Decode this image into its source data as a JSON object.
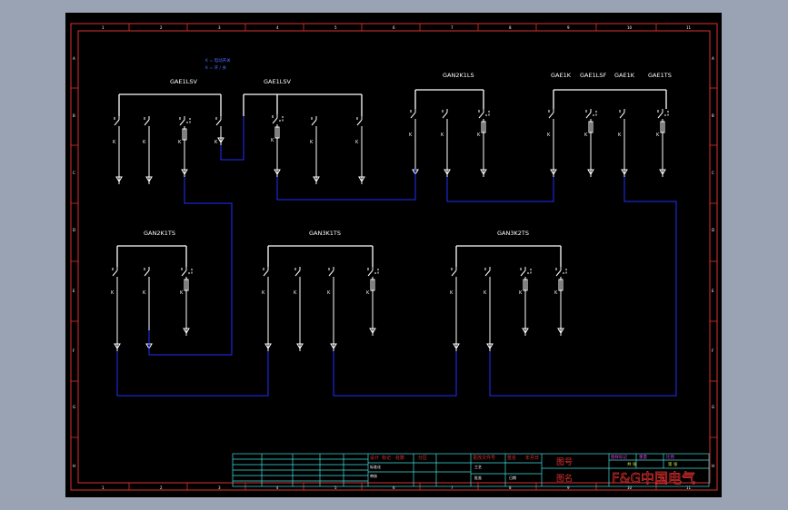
{
  "drawing": {
    "legend_lines": [
      "K = 电动开关",
      "K = 开 / 关"
    ],
    "colors": {
      "background": "#000000",
      "frame": "#e03030",
      "circuit": "#ffffff",
      "wiring": "#2030ff",
      "table": "#40e0e0"
    },
    "zone_numbers_top": [
      "1",
      "2",
      "3",
      "4",
      "5",
      "6",
      "7",
      "8",
      "9",
      "10",
      "11"
    ],
    "zone_numbers_bottom": [
      "1",
      "2",
      "3",
      "4",
      "5",
      "6",
      "7",
      "8",
      "9",
      "10",
      "11"
    ],
    "zone_letters_left": [
      "A",
      "B",
      "C",
      "D",
      "E",
      "F",
      "G",
      "H"
    ],
    "zone_letters_right": [
      "A",
      "B",
      "C",
      "D",
      "E",
      "F",
      "G",
      "H"
    ],
    "circuits": [
      {
        "name": "GAE1LSV",
        "switch_tag": "K"
      },
      {
        "name": "GAE1LSV",
        "switch_tag": "K"
      },
      {
        "name": "GAN2K1LS",
        "switch_tag": "K"
      },
      {
        "name": "GAE1K",
        "switch_tag": "K"
      },
      {
        "name": "GAE1LSF",
        "switch_tag": "K"
      },
      {
        "name": "GAE1K",
        "switch_tag": "K"
      },
      {
        "name": "GAE1TS",
        "switch_tag": "K"
      },
      {
        "name": "GAN2K1TS",
        "switch_tag": "K"
      },
      {
        "name": "GAN3K1TS",
        "switch_tag": "K"
      },
      {
        "name": "GAN3K2TS",
        "switch_tag": "K"
      }
    ],
    "title_block": {
      "drawing_no_label": "图号",
      "drawing_name_label": "图名",
      "brand_text": "F&G中国电气",
      "labels_red": [
        "设计",
        "标记",
        "处数",
        "分区",
        "更改文件号",
        "签名",
        "年月日"
      ],
      "labels_white": [
        "标准化",
        "审核",
        "工艺",
        "批准",
        "日期"
      ],
      "labels_magenta": [
        "图样标记",
        "重量",
        "比例"
      ],
      "labels_yellow": [
        "共 张",
        "第 张"
      ]
    }
  }
}
